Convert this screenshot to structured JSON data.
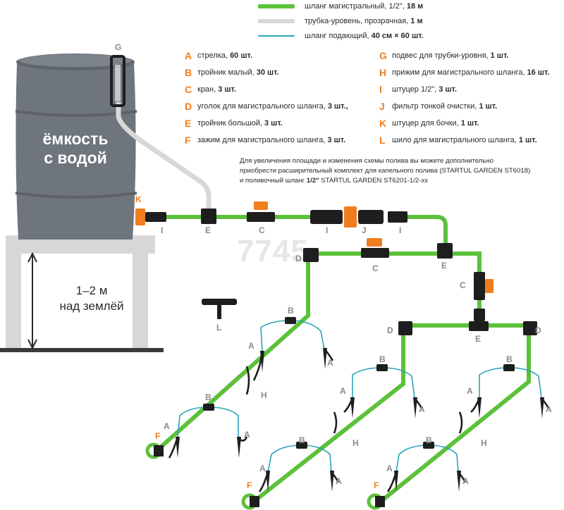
{
  "legend": [
    {
      "label": "шланг магистральный, 1/2\",",
      "qty": "18 м",
      "color": "#5cc13a"
    },
    {
      "label": "трубка-уровень, прозрачная,",
      "qty": "1 м",
      "color": "#d8d8d8"
    },
    {
      "label": "шланг подающий,",
      "qty": "40 см × 60 шт.",
      "color": "#2ba3b8"
    }
  ],
  "parts_left": [
    {
      "letter": "A",
      "text": "стрелка,",
      "qty": "60 шт."
    },
    {
      "letter": "B",
      "text": "тройник малый,",
      "qty": "30 шт."
    },
    {
      "letter": "C",
      "text": "кран,",
      "qty": "3 шт."
    },
    {
      "letter": "D",
      "text": "уголок для магистрального шланга,",
      "qty": "3 шт.,"
    },
    {
      "letter": "E",
      "text": "тройник большой,",
      "qty": "3 шт."
    },
    {
      "letter": "F",
      "text": "зажим для магистрального шланга,",
      "qty": "3 шт."
    }
  ],
  "parts_right": [
    {
      "letter": "G",
      "text": "подвес для трубки-уровня,",
      "qty": "1 шт."
    },
    {
      "letter": "H",
      "text": "прижим для магистрального шланга,",
      "qty": "16 шт."
    },
    {
      "letter": "I",
      "text": "штуцер 1/2\",",
      "qty": "3 шт."
    },
    {
      "letter": "J",
      "text": "фильтр тонкой очистки,",
      "qty": "1 шт."
    },
    {
      "letter": "K",
      "text": "штуцер для бочки,",
      "qty": "1 шт."
    },
    {
      "letter": "L",
      "text": "шило для магистрального шланга,",
      "qty": "1 шт."
    }
  ],
  "note": {
    "line1": "Для увеличения площади и изменения схемы полива вы можете дополнительно",
    "line2": "приобрести расширительный комплект для капельного полива (STARTUL GARDEN ST6018)",
    "line3_pre": "и поливочный шланг ",
    "line3_bold": "1/2\"",
    "line3_post": " STARTUL GARDEN ST6201-1/2-хх"
  },
  "tank": {
    "line1": "ёмкость",
    "line2": "с водой"
  },
  "height": {
    "line1": "1–2 м",
    "line2": "над землёй"
  },
  "watermark": "7745",
  "diagram_letters": {
    "G": "G",
    "K": "K",
    "I": "I",
    "E": "E",
    "C": "C",
    "J": "J",
    "D": "D",
    "L": "L",
    "B": "B",
    "A": "A",
    "H": "H",
    "F": "F"
  },
  "colors": {
    "main_hose": "#5cc13a",
    "level_tube": "#d8d8d8",
    "feed_hose": "#2ba3b8",
    "accent": "#f07d1e",
    "tank": "#6f757c",
    "fitting": "#1e1e1e"
  }
}
